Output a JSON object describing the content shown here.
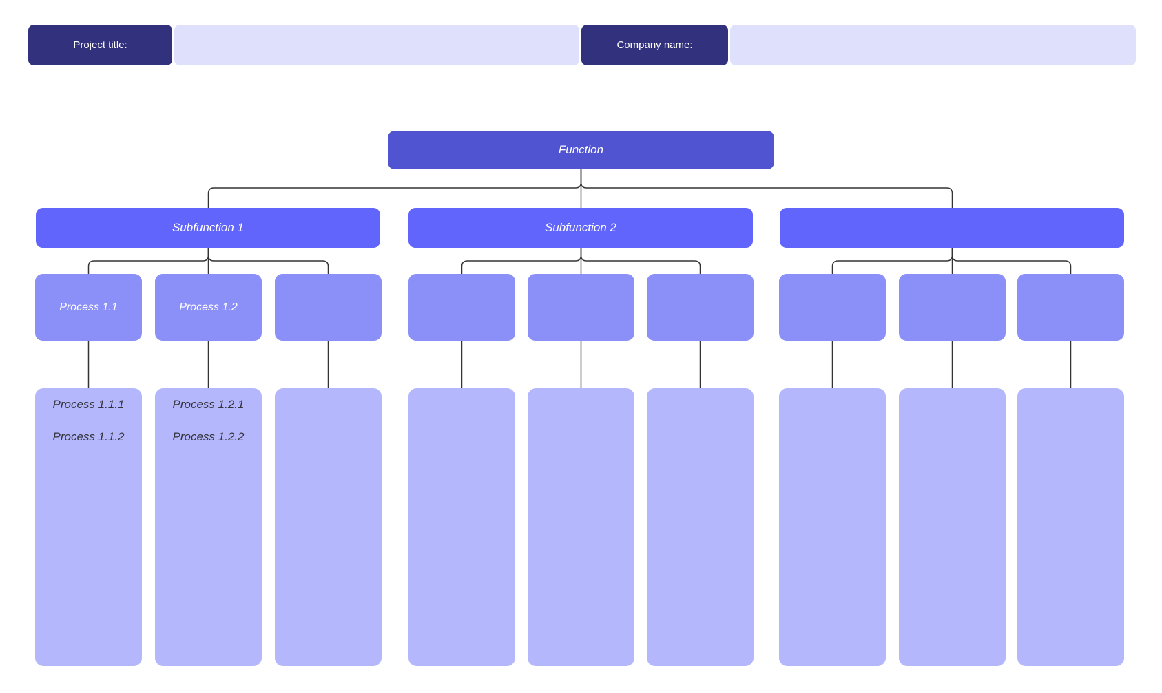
{
  "header": {
    "project_title_label": "Project title:",
    "project_title_value": "",
    "company_name_label": "Company name:",
    "company_name_value": ""
  },
  "diagram": {
    "function": {
      "label": "Function"
    },
    "subfunctions": [
      {
        "label": "Subfunction 1",
        "processes": [
          {
            "label": "Process 1.1",
            "subprocesses": [
              "Process 1.1.1",
              "Process 1.1.2"
            ]
          },
          {
            "label": "Process 1.2",
            "subprocesses": [
              "Process 1.2.1",
              "Process 1.2.2"
            ]
          },
          {
            "label": "",
            "subprocesses": []
          }
        ]
      },
      {
        "label": "Subfunction 2",
        "processes": [
          {
            "label": "",
            "subprocesses": []
          },
          {
            "label": "",
            "subprocesses": []
          },
          {
            "label": "",
            "subprocesses": []
          }
        ]
      },
      {
        "label": "",
        "processes": [
          {
            "label": "",
            "subprocesses": []
          },
          {
            "label": "",
            "subprocesses": []
          },
          {
            "label": "",
            "subprocesses": []
          }
        ]
      }
    ]
  },
  "colors": {
    "header_dark": "#32317e",
    "header_light": "#dfe1fc",
    "function_fill": "#5154d0",
    "subfunction_fill": "#6165fb",
    "process_fill": "#8b8ff8",
    "subprocess_fill": "#b4b7fb",
    "connector": "#333333",
    "subprocess_text": "#35353f",
    "box_text": "#ffffff"
  }
}
